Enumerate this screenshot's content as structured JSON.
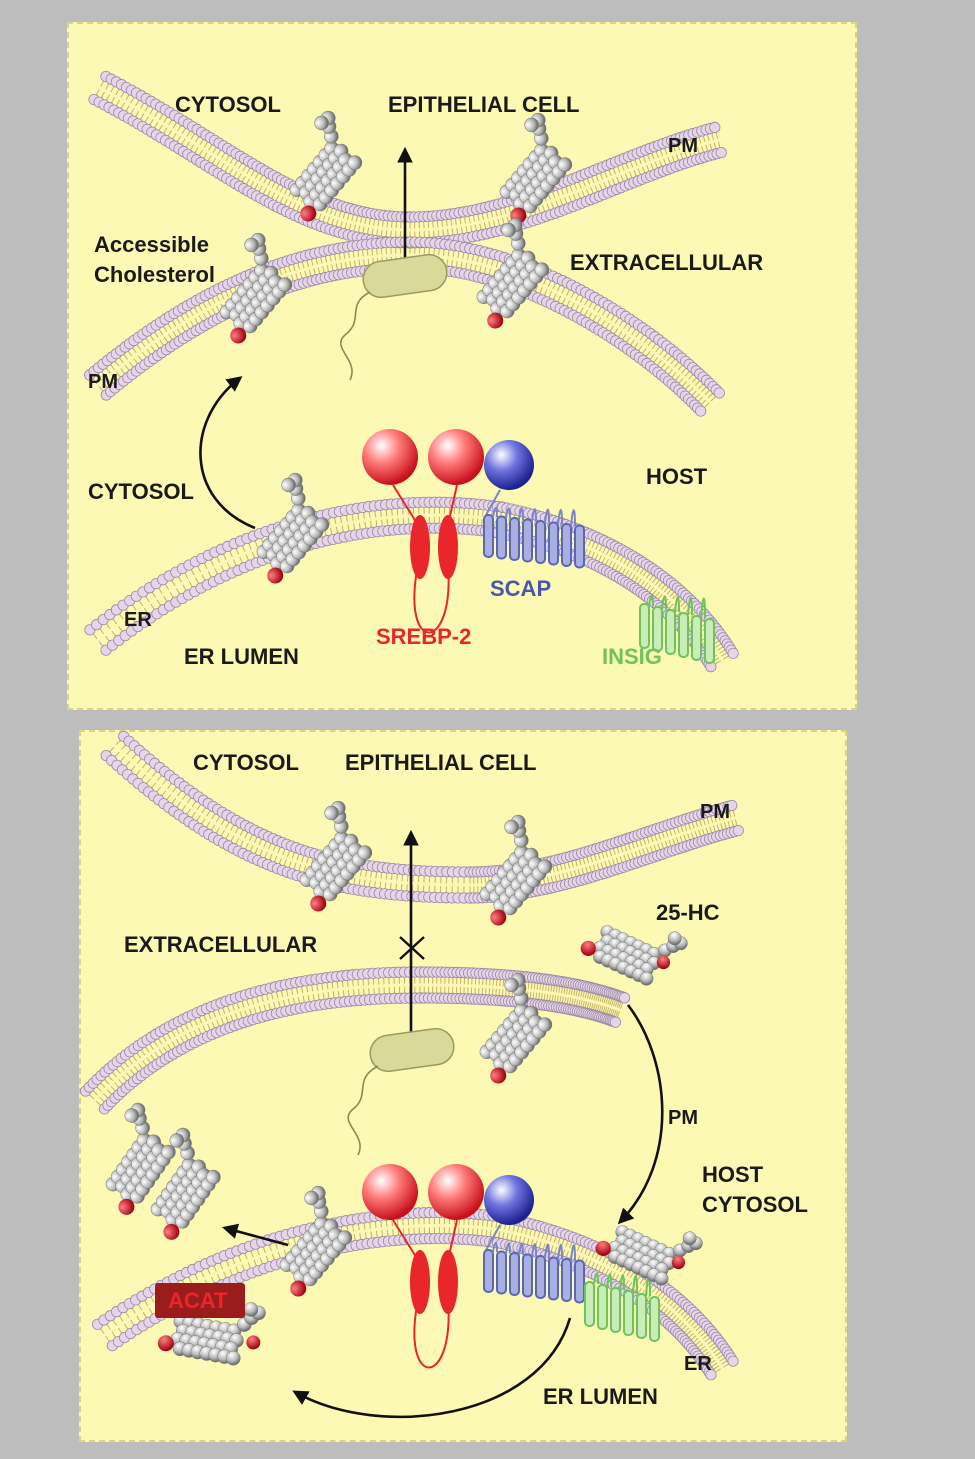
{
  "panel_top": {
    "cytosol_upper": "CYTOSOL",
    "epithelial_cell": "EPITHELIAL CELL",
    "pm_right": "PM",
    "accessible_cholesterol_line1": "Accessible",
    "accessible_cholesterol_line2": "Cholesterol",
    "extracellular": "EXTRACELLULAR",
    "pm_left": "PM",
    "cytosol_lower": "CYTOSOL",
    "host": "HOST",
    "er": "ER",
    "er_lumen": "ER LUMEN",
    "srebp2": "SREBP-2",
    "scap": "SCAP",
    "insig": "INSIG"
  },
  "panel_bottom": {
    "cytosol": "CYTOSOL",
    "epithelial_cell": "EPITHELIAL CELL",
    "pm_right": "PM",
    "hc25": "25-HC",
    "extracellular": "EXTRACELLULAR",
    "pm_mid": "PM",
    "host_line1": "HOST",
    "host_line2": "CYTOSOL",
    "acat": "ACAT",
    "er": "ER",
    "er_lumen": "ER LUMEN"
  },
  "colors": {
    "panel": "#fbf9b3",
    "lipid_head": "#e6d5ea",
    "srebp": "#e8262c",
    "scap": "#7b86c8",
    "insig": "#8dd47c",
    "acat": "#9b1c1c"
  }
}
